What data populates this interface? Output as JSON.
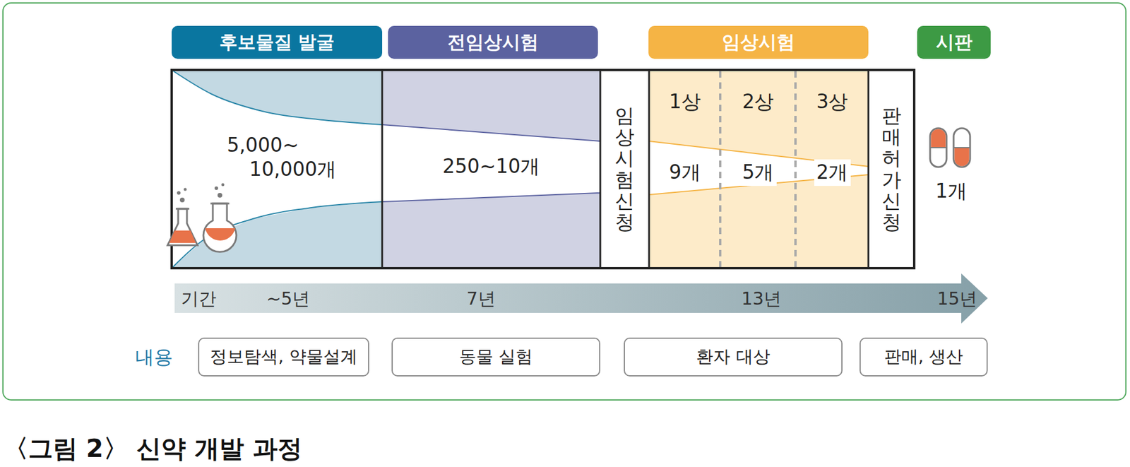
{
  "diagram": {
    "caption": "〈그림 2〉 신약 개발 과정",
    "nodes": [
      {
        "text": [
          "후보물질 발굴"
        ]
      },
      {
        "text": [
          "전임상시험"
        ]
      },
      {
        "text": [
          "임상시험"
        ]
      },
      {
        "text": [
          "시판"
        ]
      },
      {
        "text": [
          "5,000~ 10,000개"
        ]
      },
      {
        "text": [
          "250~10개"
        ]
      },
      {
        "text": [
          "임상시험신청"
        ]
      },
      {
        "text": [
          "1상",
          "9개"
        ]
      },
      {
        "text": [
          "2상",
          "5개"
        ]
      },
      {
        "text": [
          "3상",
          "2개"
        ]
      },
      {
        "text": [
          "판매허가신청"
        ]
      },
      {
        "text": [
          "정보탐색, 약물설계"
        ]
      },
      {
        "text": [
          "동물 실험"
        ]
      },
      {
        "text": [
          "환자 대상"
        ]
      },
      {
        "text": [
          "판매, 생산"
        ]
      }
    ],
    "labels": [
      "1개",
      "기간",
      "~5년",
      "7년",
      "13년",
      "15년",
      "내용"
    ]
  }
}
